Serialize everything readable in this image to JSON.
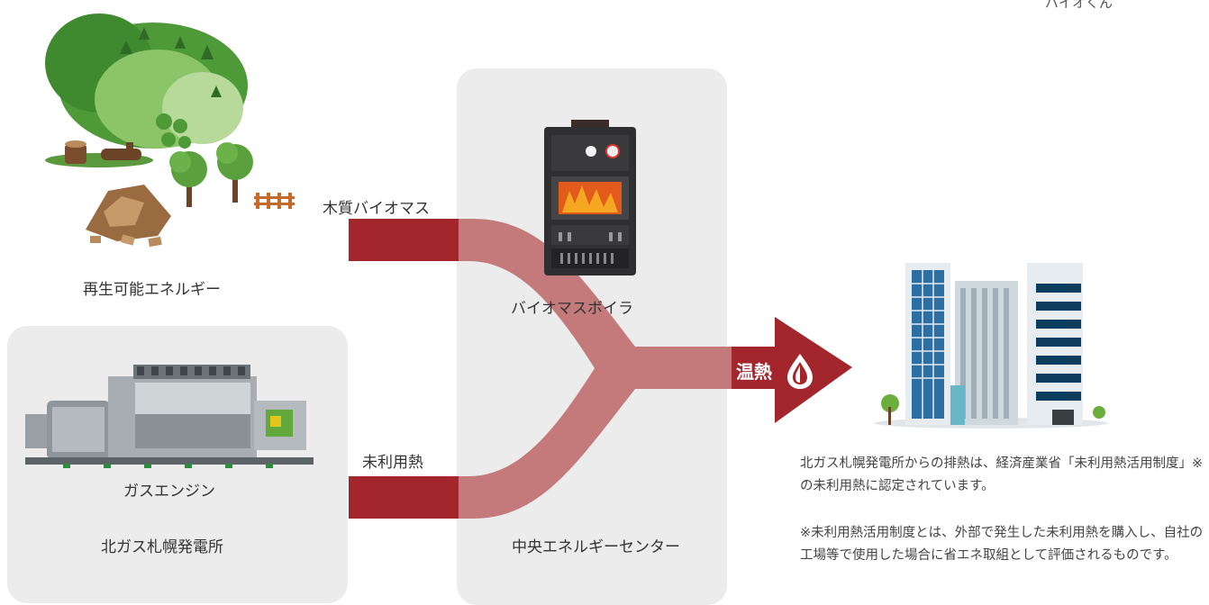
{
  "corner_label": "バイオくん",
  "source_renewable": {
    "caption": "再生可能エネルギー",
    "flow_label": "木質バイオマス"
  },
  "source_gas": {
    "panel_title": "北ガス札幌発電所",
    "engine_caption": "ガスエンジン",
    "flow_label": "未利用熱"
  },
  "center": {
    "panel_title": "中央エネルギーセンター",
    "boiler_caption": "バイオマスボイラ"
  },
  "output": {
    "label": "温熱"
  },
  "notes": {
    "main": "北ガス札幌発電所からの排熱は、経済産業省「未利用熱活用制度」※の未利用熱に認定されています。",
    "footnote": "※未利用熱活用制度とは、外部で発生した未利用熱を購入し、自社の工場等で使用した場合に省エネ取組として評価されるものです。"
  },
  "colors": {
    "flow_dark": "#a3262c",
    "flow_light": "#c47a7b",
    "panel": "#ececec",
    "forest": "#5a9a3c",
    "building": "#2d6fa3"
  },
  "icons": [
    "forest-hills-icon",
    "wood-chips-icon",
    "tree-icon",
    "fence-icon",
    "gas-engine-icon",
    "boiler-icon",
    "water-drop-icon",
    "buildings-icon"
  ]
}
